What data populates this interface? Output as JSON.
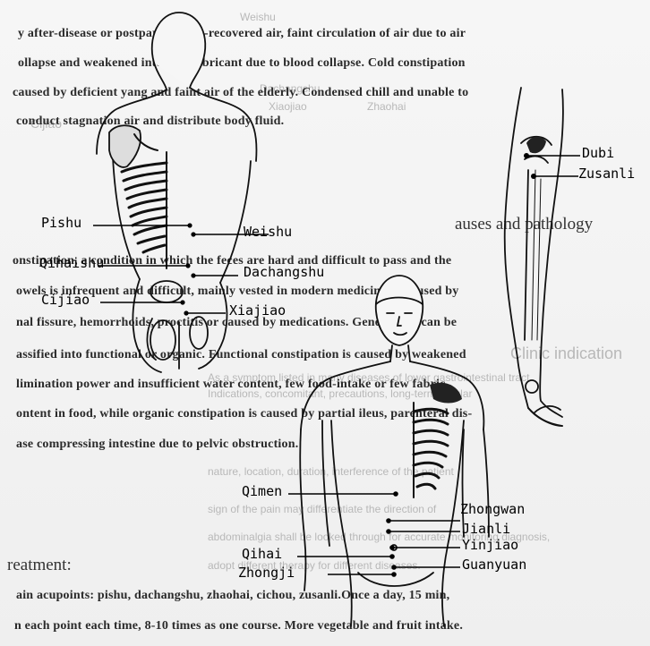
{
  "paragraph_top": [
    "y after-disease or postpartum non-recovered air, faint circulation of air due to air",
    "ollapse and weakened intestine lubricant due to blood collapse. Cold constipation",
    "caused by deficient yang and faint air of the elderly. Condensed chill and unable to",
    "conduct stagnation air and distribute body fluid."
  ],
  "heading_causes": "auses and pathology",
  "paragraph_middle": [
    "onstipation, a condition in which the feces are hard and difficult to pass and the",
    "owels is infrequent and difficult, mainly vested in modern medicine as caused by",
    "nal fissure, hemorrhoids, proctitis or caused by medications. Generally it can be",
    "assified into functional or organic. Functional constipation is caused by weakened",
    "limination power and insufficient water content, few food-intake or few fabric",
    "ontent in food, while organic constipation is caused by partial ileus, parenteral dis-",
    "ase compressing intestine due to pelvic obstruction."
  ],
  "heading_treatment": "reatment:",
  "paragraph_bottom": [
    "ain acupoints: pishu, dachangshu, zhaohai, cichou, zusanli.Once a day, 15 min,",
    "n each point each time, 8-10 times as one course. More vegetable and fruit intake."
  ],
  "ghost_text": [
    "Weishu",
    "Dachangshu",
    "Xiaojiao",
    "Zhaohai",
    "Cijiao",
    "Clinic indication",
    "As a symptom listed in many diseases of lower gastrointestinal tract",
    "Indications, concomitant, precautions, long-term regular",
    "nature, location, duration, interference of the patient",
    "sign of the pain may differentiate the direction of",
    "abdominalgia shall be looked through for accurate monitoring diagnosis,",
    "adopt different therapy for different diseases."
  ],
  "labels": {
    "pishu": "Pishu",
    "weishu": "Weishu",
    "qihaishu": "Qihaishu",
    "dachangshu": "Dachangshu",
    "cijiao": "Cijiao",
    "xiajiao": "Xiajiao",
    "dubi": "Dubi",
    "zusanli": "Zusanli",
    "qimen": "Qimen",
    "zhongwan": "Zhongwan",
    "jianli": "Jianli",
    "yinjiao": "Yinjiao",
    "qihai": "Qihai",
    "guanyuan": "Guanyuan",
    "zhongji": "Zhongji"
  }
}
